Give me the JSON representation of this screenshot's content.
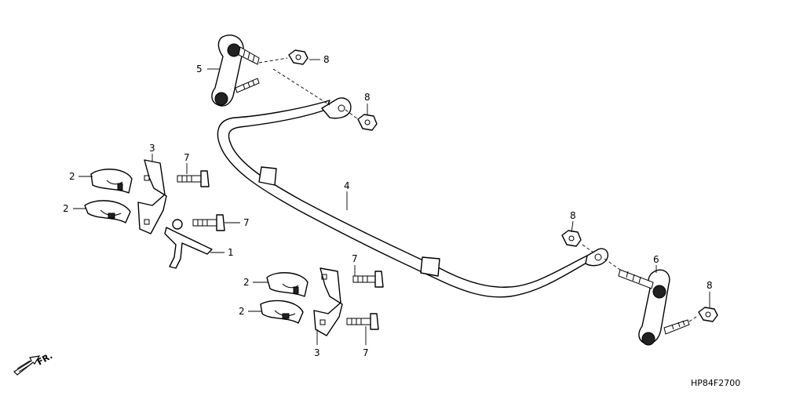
{
  "diagram_code": "HP84F2700",
  "direction_label": "FR.",
  "callouts": {
    "bracket": "1",
    "bushing": "2",
    "holder": "3",
    "stabilizer_bar": "4",
    "link_left": "5",
    "link_right": "6",
    "bolt": "7",
    "nut": "8"
  }
}
